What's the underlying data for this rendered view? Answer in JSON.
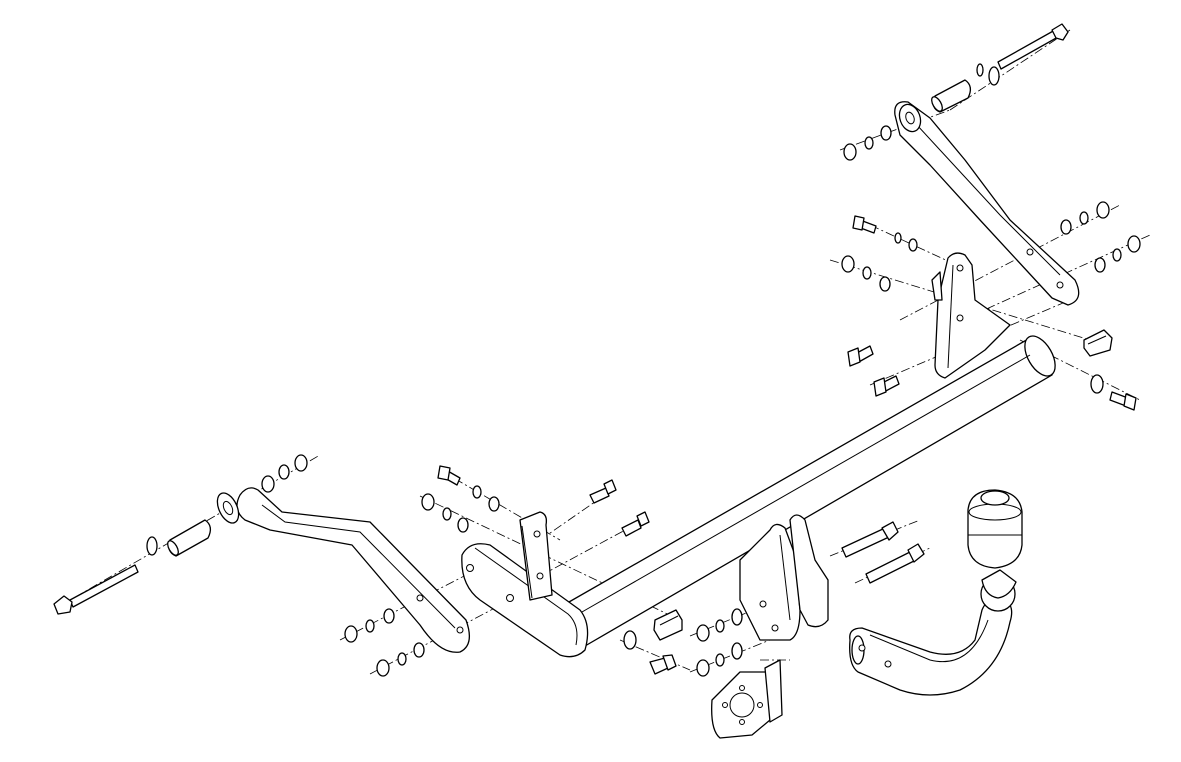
{
  "drawing": {
    "kind": "exploded-assembly",
    "line_color": "#000000",
    "background_color": "#ffffff",
    "parts": [
      "main-crossbar",
      "left-side-arm",
      "right-side-arm",
      "left-mounting-plate",
      "center-bracket",
      "right-bracket",
      "tow-ball-neck",
      "tow-ball-cap",
      "socket-plate",
      "long-bolts",
      "spacer-sleeves",
      "nuts-and-washers",
      "cage-nuts"
    ]
  }
}
